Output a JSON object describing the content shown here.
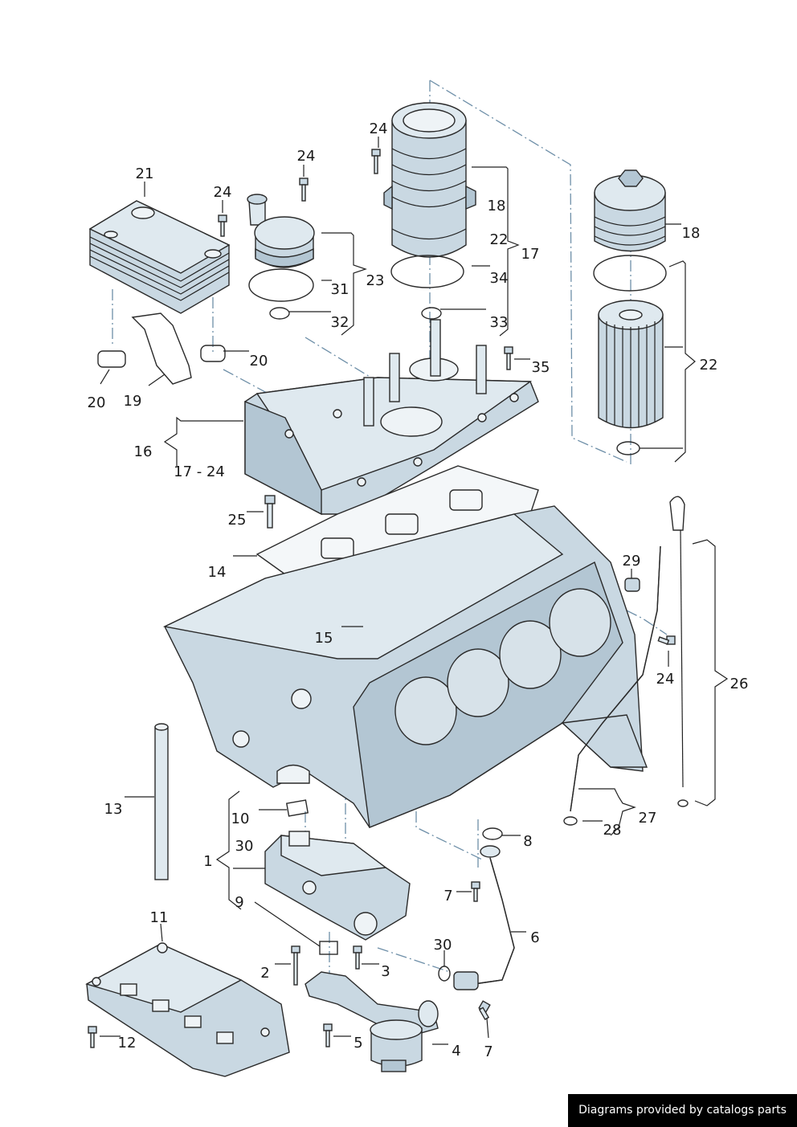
{
  "labels": [
    {
      "id": "p21",
      "text": "21"
    },
    {
      "id": "p24a",
      "text": "24"
    },
    {
      "id": "p24b",
      "text": "24"
    },
    {
      "id": "p24c",
      "text": "24"
    },
    {
      "id": "p18a",
      "text": "18"
    },
    {
      "id": "p22a",
      "text": "22"
    },
    {
      "id": "p17",
      "text": "17"
    },
    {
      "id": "p34",
      "text": "34"
    },
    {
      "id": "p33",
      "text": "33"
    },
    {
      "id": "p31",
      "text": "31"
    },
    {
      "id": "p23",
      "text": "23"
    },
    {
      "id": "p32",
      "text": "32"
    },
    {
      "id": "p20a",
      "text": "20"
    },
    {
      "id": "p20b",
      "text": "20"
    },
    {
      "id": "p19",
      "text": "19"
    },
    {
      "id": "p35",
      "text": "35"
    },
    {
      "id": "p18b",
      "text": "18"
    },
    {
      "id": "p22b",
      "text": "22"
    },
    {
      "id": "p16",
      "text": "16"
    },
    {
      "id": "p1724",
      "text": "17 - 24"
    },
    {
      "id": "p25",
      "text": "25"
    },
    {
      "id": "p14",
      "text": "14"
    },
    {
      "id": "p15",
      "text": "15"
    },
    {
      "id": "p29",
      "text": "29"
    },
    {
      "id": "p24d",
      "text": "24"
    },
    {
      "id": "p26",
      "text": "26"
    },
    {
      "id": "p13",
      "text": "13"
    },
    {
      "id": "p10",
      "text": "10"
    },
    {
      "id": "p30a",
      "text": "30"
    },
    {
      "id": "p1",
      "text": "1"
    },
    {
      "id": "p9",
      "text": "9"
    },
    {
      "id": "p8",
      "text": "8"
    },
    {
      "id": "p7a",
      "text": "7"
    },
    {
      "id": "p6",
      "text": "6"
    },
    {
      "id": "p27",
      "text": "27"
    },
    {
      "id": "p28",
      "text": "28"
    },
    {
      "id": "p11",
      "text": "11"
    },
    {
      "id": "p2",
      "text": "2"
    },
    {
      "id": "p3",
      "text": "3"
    },
    {
      "id": "p30b",
      "text": "30"
    },
    {
      "id": "p12",
      "text": "12"
    },
    {
      "id": "p5",
      "text": "5"
    },
    {
      "id": "p4",
      "text": "4"
    },
    {
      "id": "p7b",
      "text": "7"
    }
  ],
  "footer": {
    "credit": "Diagrams provided by catalogs parts"
  },
  "colors": {
    "leader": "#222222",
    "centerline": "#6e8fa8",
    "metal_light": "#dfe9ef",
    "metal_mid": "#c9d8e2",
    "metal_dark": "#b3c6d3"
  }
}
